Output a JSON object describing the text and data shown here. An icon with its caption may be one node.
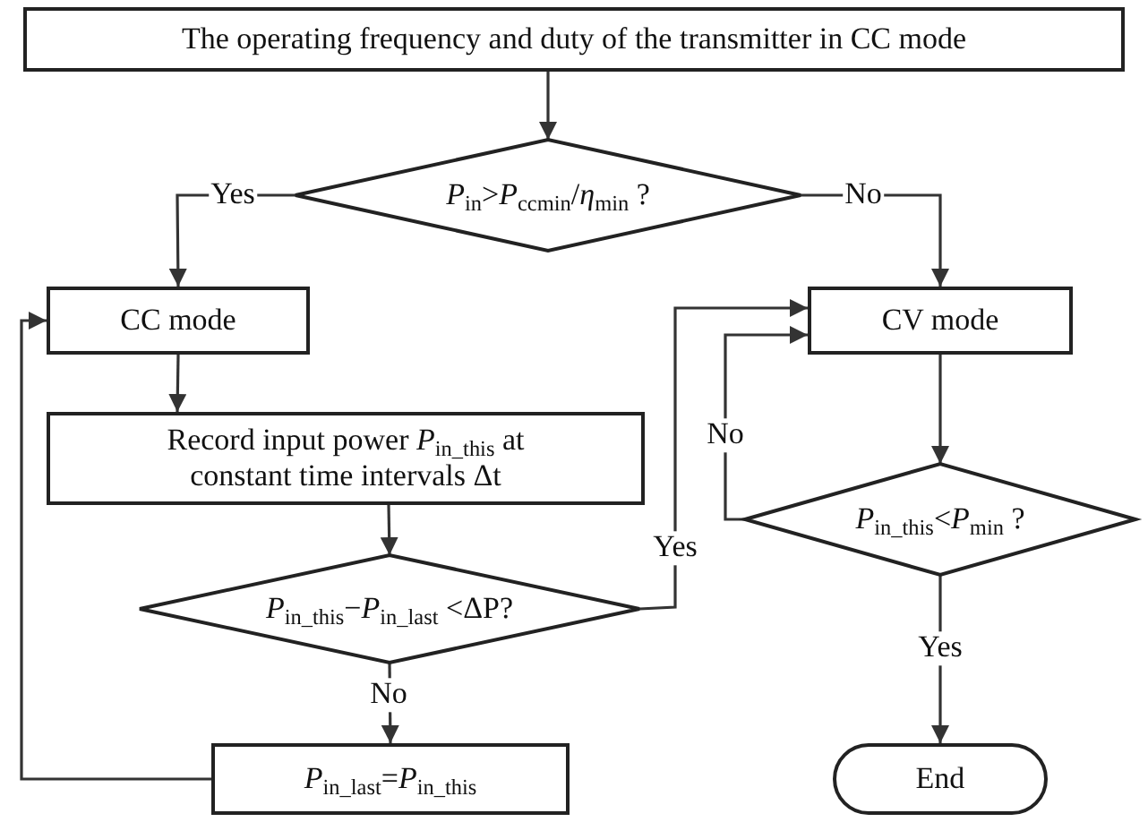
{
  "diagram": {
    "nodes": [
      {
        "text": [
          "The operating frequency and duty of the transmitter in CC mode"
        ]
      },
      {
        "text": [
          "*P*$_{in}$>*P*$_{ccmin}$/*η*$_{min}$ ?"
        ]
      },
      {
        "text": [
          "CC mode"
        ]
      },
      {
        "text": [
          "Record input power *P*$_{in_this}$ at constant time intervals Δt"
        ]
      },
      {
        "text": [
          "*P*$_{in_this}$−*P*$_{in_last}$ <ΔP?"
        ]
      },
      {
        "text": [
          "*P*$_{in_last}$=*P*$_{in_this}$"
        ]
      },
      {
        "text": [
          "CV mode"
        ]
      },
      {
        "text": [
          "*P*$_{in_this}$<*P*$_{min}$ ?"
        ]
      },
      {
        "text": [
          "End"
        ]
      }
    ],
    "edges": [
      {
        "from": 0,
        "to": 1,
        "arrow": "to"
      },
      {
        "from": 1,
        "to": 2,
        "arrow": "to",
        "label": "Yes"
      },
      {
        "from": 1,
        "to": 6,
        "arrow": "to",
        "label": "No"
      },
      {
        "from": 2,
        "to": 3,
        "arrow": "to"
      },
      {
        "from": 3,
        "to": 4,
        "arrow": "to"
      },
      {
        "from": 4,
        "to": 6,
        "arrow": "to",
        "label": "Yes"
      },
      {
        "from": 4,
        "to": 5,
        "arrow": "to",
        "label": "No"
      },
      {
        "from": 5,
        "to": 2,
        "arrow": "to"
      },
      {
        "from": 6,
        "to": 7,
        "arrow": "to"
      },
      {
        "from": 7,
        "to": 6,
        "arrow": "to",
        "label": "No"
      },
      {
        "from": 7,
        "to": 8,
        "arrow": "to",
        "label": "Yes"
      }
    ]
  }
}
